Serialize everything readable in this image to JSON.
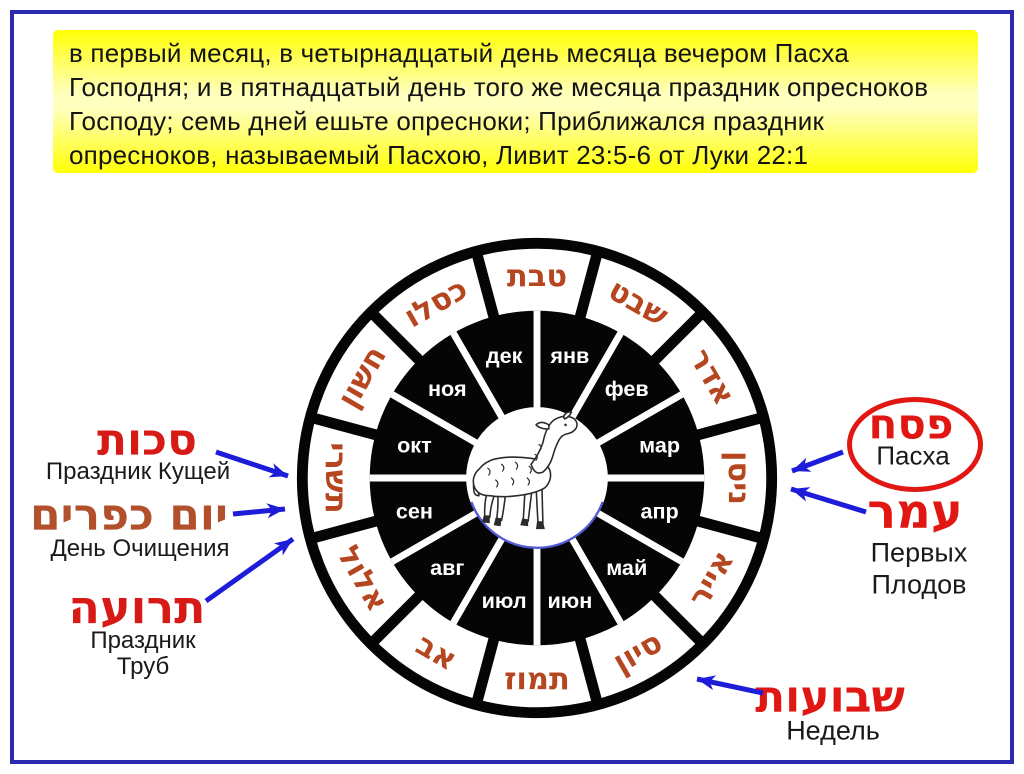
{
  "page": {
    "border_color": "#2b2baf",
    "background": "#ffffff"
  },
  "verse_box": {
    "background_color": "#ffff00",
    "lines": [
      "в первый месяц, в четырнадцатый день месяца вечером Пасха",
      "Господня; и в пятнадцатый день того же месяца праздник опресноков",
      "Господу; семь дней ешьте опресноки; Приближался праздник",
      "опресноков, называемый Пасхою, Ливит 23:5-6 от Луки 22:1"
    ]
  },
  "wheel": {
    "hebrew_months": [
      "טבת",
      "שבט",
      "אדר",
      "ניסן",
      "אייר",
      "סיון",
      "תמוז",
      "אב",
      "אלול",
      "תשרי",
      "חשון",
      "כסלו"
    ],
    "russian_months": [
      "янв",
      "фев",
      "мар",
      "апр",
      "май",
      "июн",
      "июл",
      "авг",
      "сен",
      "окт",
      "ноя",
      "дек"
    ],
    "center_icon": "lamb-line-drawing"
  },
  "feasts": {
    "left": [
      {
        "hebrew": "סכות",
        "russian": "Праздник Кущей"
      },
      {
        "hebrew": "יום כפרים",
        "russian": "День Очищения"
      },
      {
        "hebrew": "תרועה",
        "russian_line1": "Праздник",
        "russian_line2": "Труб"
      }
    ],
    "right": [
      {
        "hebrew": "פסח",
        "russian": "Пасха",
        "circled": "true"
      },
      {
        "hebrew": "עמר",
        "russian_line1": "Первых",
        "russian_line2": "Плодов"
      },
      {
        "hebrew": "שבועות",
        "russian": "Недель"
      }
    ]
  },
  "colors": {
    "bright_red": "#e01713",
    "brown_red": "#b2502c",
    "ring_hebrew_red": "#b5461f",
    "arrow_blue": "#1c1cd9",
    "border_blue": "#2b2baf",
    "verse_yellow": "#ffff00"
  }
}
